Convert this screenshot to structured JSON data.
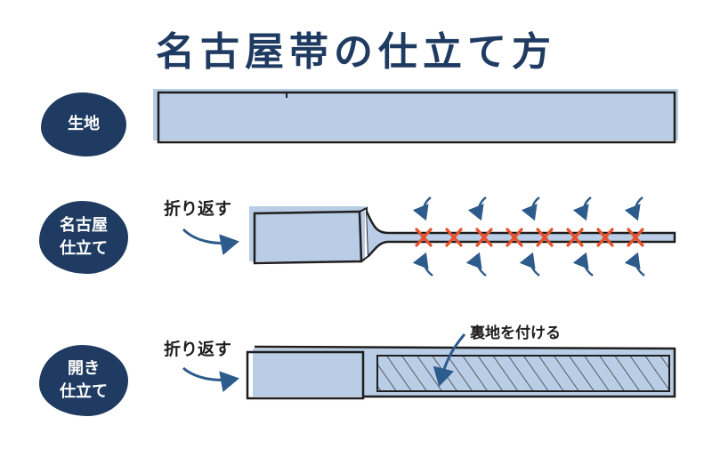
{
  "title": "名古屋帯の仕立て方",
  "rows": [
    {
      "label_lines": [
        "生地"
      ]
    },
    {
      "label_lines": [
        "名古屋",
        "仕立て"
      ],
      "fold_label": "折り返す"
    },
    {
      "label_lines": [
        "開き",
        "仕立て"
      ],
      "fold_label": "折り返す",
      "lining_label": "裏地を付ける"
    }
  ],
  "colors": {
    "navy": "#1f3b61",
    "fabric": "#b9cde6",
    "outline": "#1e1e1e",
    "stitch": "#e8502a",
    "arrow": "#2d5b8c"
  }
}
